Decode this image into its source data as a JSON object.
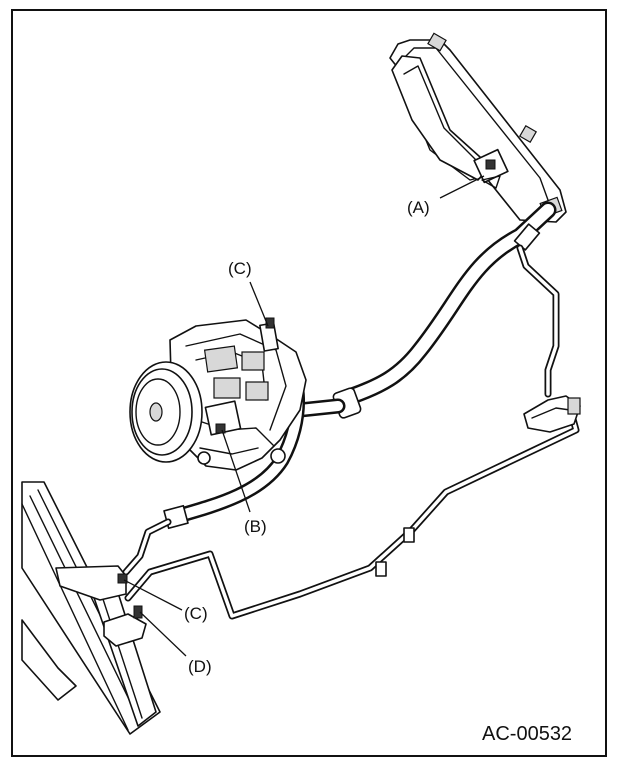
{
  "figure": {
    "code": "AC-00532",
    "callouts": {
      "a": "(A)",
      "b": "(B)",
      "c_top": "(C)",
      "c_bottom": "(C)",
      "d": "(D)"
    }
  }
}
